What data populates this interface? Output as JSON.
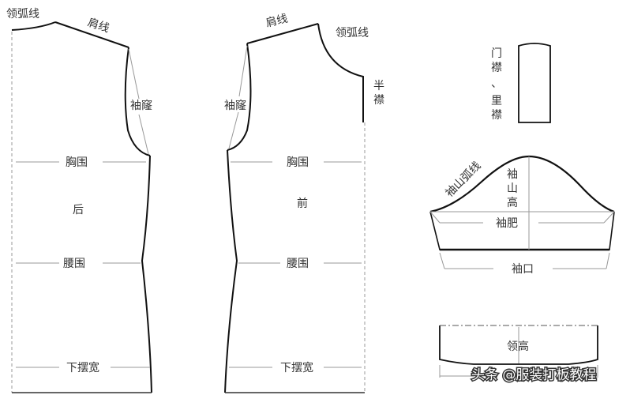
{
  "back": {
    "neckline": "领弧线",
    "shoulder": "肩线",
    "armhole": "袖窿",
    "chest": "胸围",
    "piece": "后",
    "waist": "腰围",
    "hem": "下摆宽"
  },
  "front": {
    "shoulder": "肩线",
    "neckline": "领弧线",
    "half_placket": [
      "半",
      "襟"
    ],
    "armhole": "袖窿",
    "chest": "胸围",
    "piece": "前",
    "waist": "腰围",
    "hem": "下摆宽"
  },
  "placket": {
    "label": [
      "门",
      "襟",
      "、",
      "里",
      "襟"
    ]
  },
  "sleeve": {
    "cap_curve": "袖山弧线",
    "cap_height": [
      "袖",
      "山",
      "高"
    ],
    "bicep": "袖肥",
    "cuff": "袖口"
  },
  "collar": {
    "height": "领高"
  },
  "watermark": "头条 @服装打板教程"
}
